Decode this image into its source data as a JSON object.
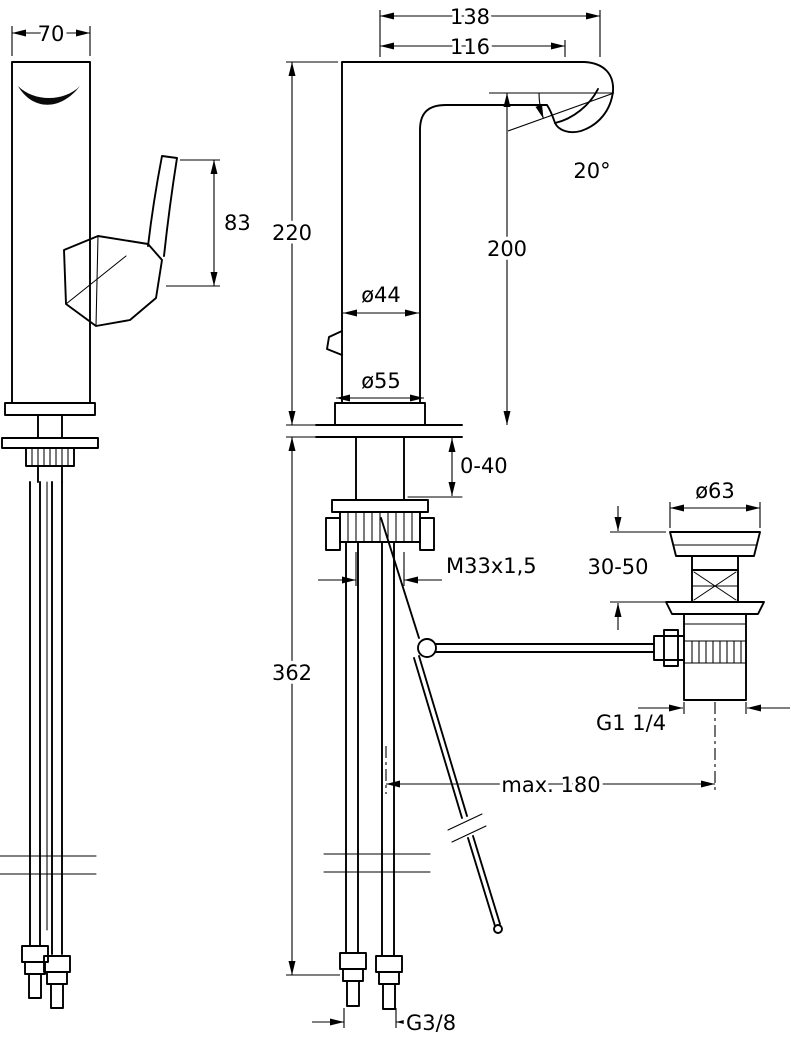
{
  "drawing": {
    "type": "technical-dimension-drawing",
    "subject": "single-lever basin mixer tap with pop-up waste",
    "background": "#ffffff",
    "line_color": "#000000",
    "views": {
      "side": "faucet side view",
      "front": "faucet front view with supply hoses and lift rod",
      "waste": "pop-up waste valve"
    }
  },
  "dims": {
    "side_width": "70",
    "handle_height": "83",
    "reach_total": "138",
    "reach_spout": "116",
    "height_total": "220",
    "height_spout": "200",
    "spout_angle": "20°",
    "dia_body": "ø44",
    "dia_base": "ø55",
    "deck_range": "0-40",
    "thread_mount": "M33x1,5",
    "hose_length": "362",
    "dia_waste_cap": "ø63",
    "waste_height_range": "30-50",
    "thread_waste": "G1 1/4",
    "rod_max_reach": "max. 180",
    "thread_supply": "G3/8"
  }
}
